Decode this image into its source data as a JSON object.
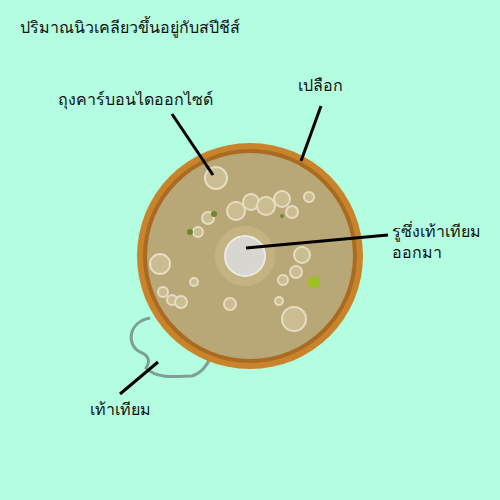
{
  "diagram": {
    "title": "ปริมาณนิวเคลียวขึ้นอยู่กับสปีชีส์",
    "labels": [
      "ถุงคาร์บอนไดออกไซด์",
      "เปลือก",
      "รูซึ่งเท้าเทียม ออกมา",
      "เท้าเทียม"
    ]
  }
}
